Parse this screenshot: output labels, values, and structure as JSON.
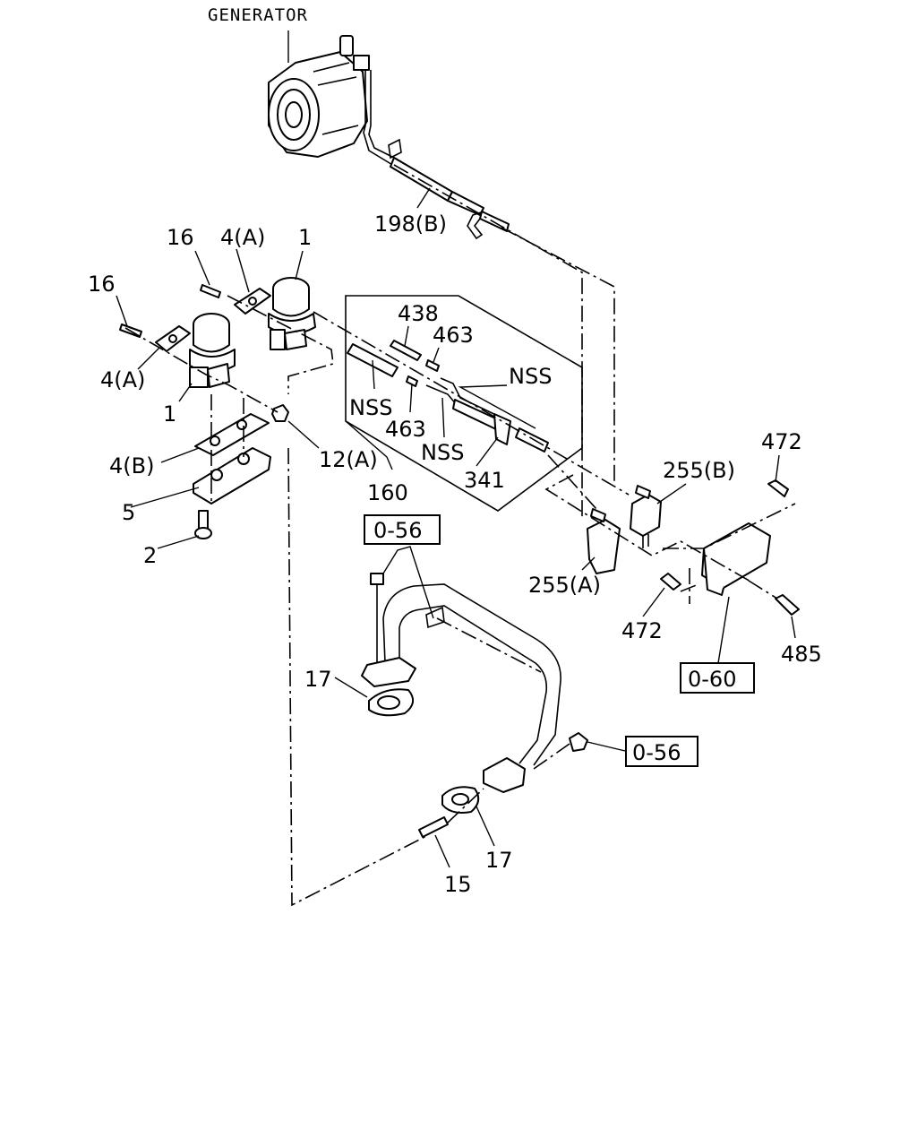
{
  "labels": {
    "generator": "GENERATOR",
    "p198b": "198(B)",
    "p16_top": "16",
    "p4a_top": "4(A)",
    "p1_top": "1",
    "p16_left": "16",
    "p4a_left": "4(A)",
    "p1_left": "1",
    "p438": "438",
    "p463_top": "463",
    "nss_right": "NSS",
    "nss_left": "NSS",
    "p463_mid": "463",
    "nss_mid": "NSS",
    "p12a": "12(A)",
    "p4b": "4(B)",
    "p341": "341",
    "p160": "160",
    "p5": "5",
    "p2": "2",
    "p472_top": "472",
    "p255b": "255(B)",
    "p255a": "255(A)",
    "p472_low": "472",
    "p485": "485",
    "p17_upper": "17",
    "p17_lower": "17",
    "p15": "15"
  },
  "refs": {
    "ref_056_top": "0-56",
    "ref_060": "0-60",
    "ref_056_right": "0-56"
  }
}
